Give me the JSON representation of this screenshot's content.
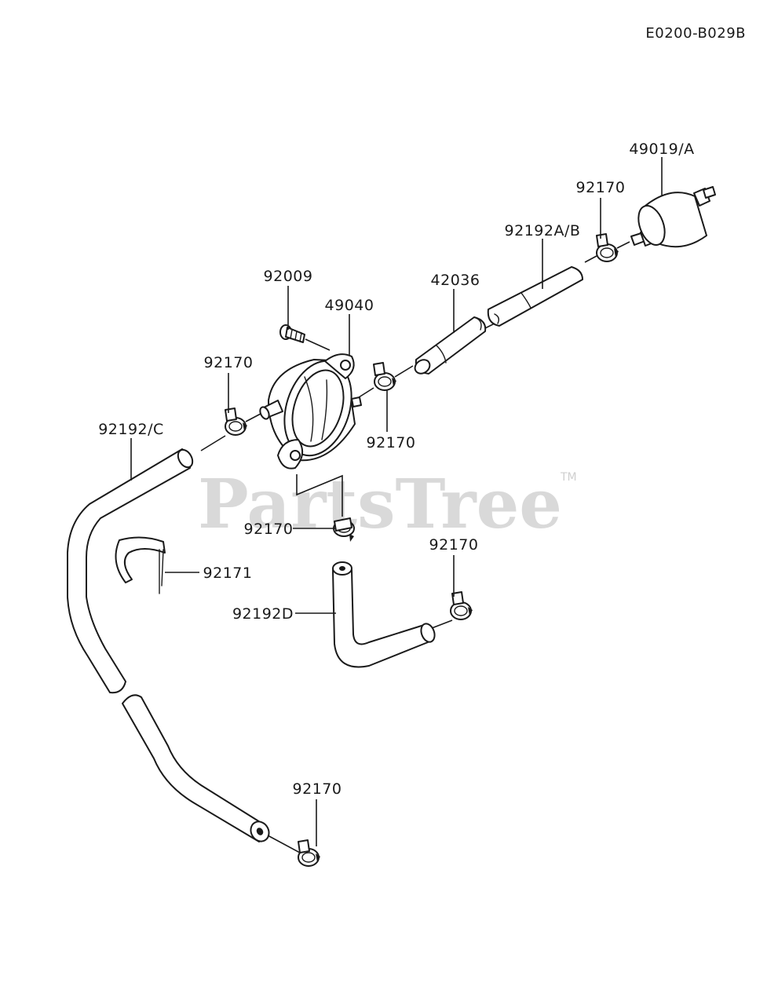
{
  "diagram_code": "E0200-B029B",
  "watermark": {
    "text": "PartsTree",
    "tm": "TM"
  },
  "labels": {
    "fuel_filter": "49019/A",
    "clamp_filter": "92170",
    "hose_ab": "92192A/B",
    "pipe": "42036",
    "bolt": "92009",
    "fuel_cock": "49040",
    "clamp_left": "92170",
    "clamp_right_of_cock": "92170",
    "hose_c": "92192/C",
    "clamp_center": "92170",
    "clip": "92171",
    "clamp_hose_d": "92170",
    "hose_d": "92192D",
    "clamp_bottom": "92170"
  }
}
